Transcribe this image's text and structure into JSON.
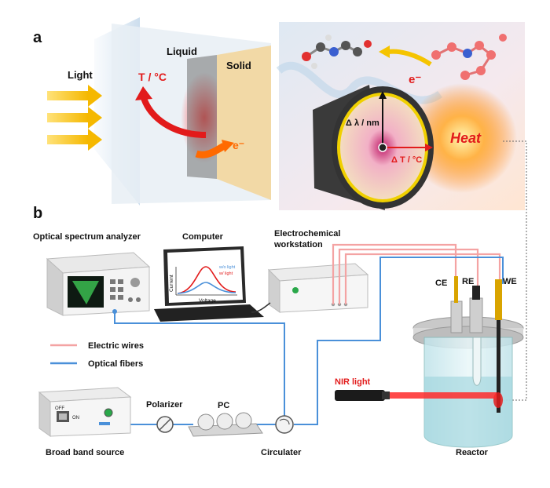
{
  "panel_a": {
    "letter": "a",
    "light": "Light",
    "liquid": "Liquid",
    "solid": "Solid",
    "temp": "T / °C",
    "electron": "e⁻",
    "delta_lambda": "Δ λ / nm",
    "delta_t": "Δ T / °C",
    "heat": "Heat",
    "electron2": "e⁻"
  },
  "panel_b": {
    "letter": "b",
    "osa": "Optical spectrum analyzer",
    "computer": "Computer",
    "ec_line1": "Electrochemical",
    "ec_line2": "workstation",
    "ce": "CE",
    "re": "RE",
    "we": "WE",
    "legend_wires": "Electric wires",
    "legend_fibers": "Optical fibers",
    "off": "OFF",
    "on": "ON",
    "polarizer": "Polarizer",
    "pc": "PC",
    "nir": "NIR light",
    "broadband": "Broad band source",
    "circulater": "Circulater",
    "reactor": "Reactor",
    "screen_current": "Current",
    "screen_voltage": "Voltage",
    "screen_wo": "w/o light",
    "screen_w": "w/ light"
  },
  "colors": {
    "wire": "#f4a3a3",
    "fiber": "#4a90d9",
    "red": "#e21b1b",
    "orange": "#ff6a00",
    "light_arrow": "#f5c400"
  }
}
